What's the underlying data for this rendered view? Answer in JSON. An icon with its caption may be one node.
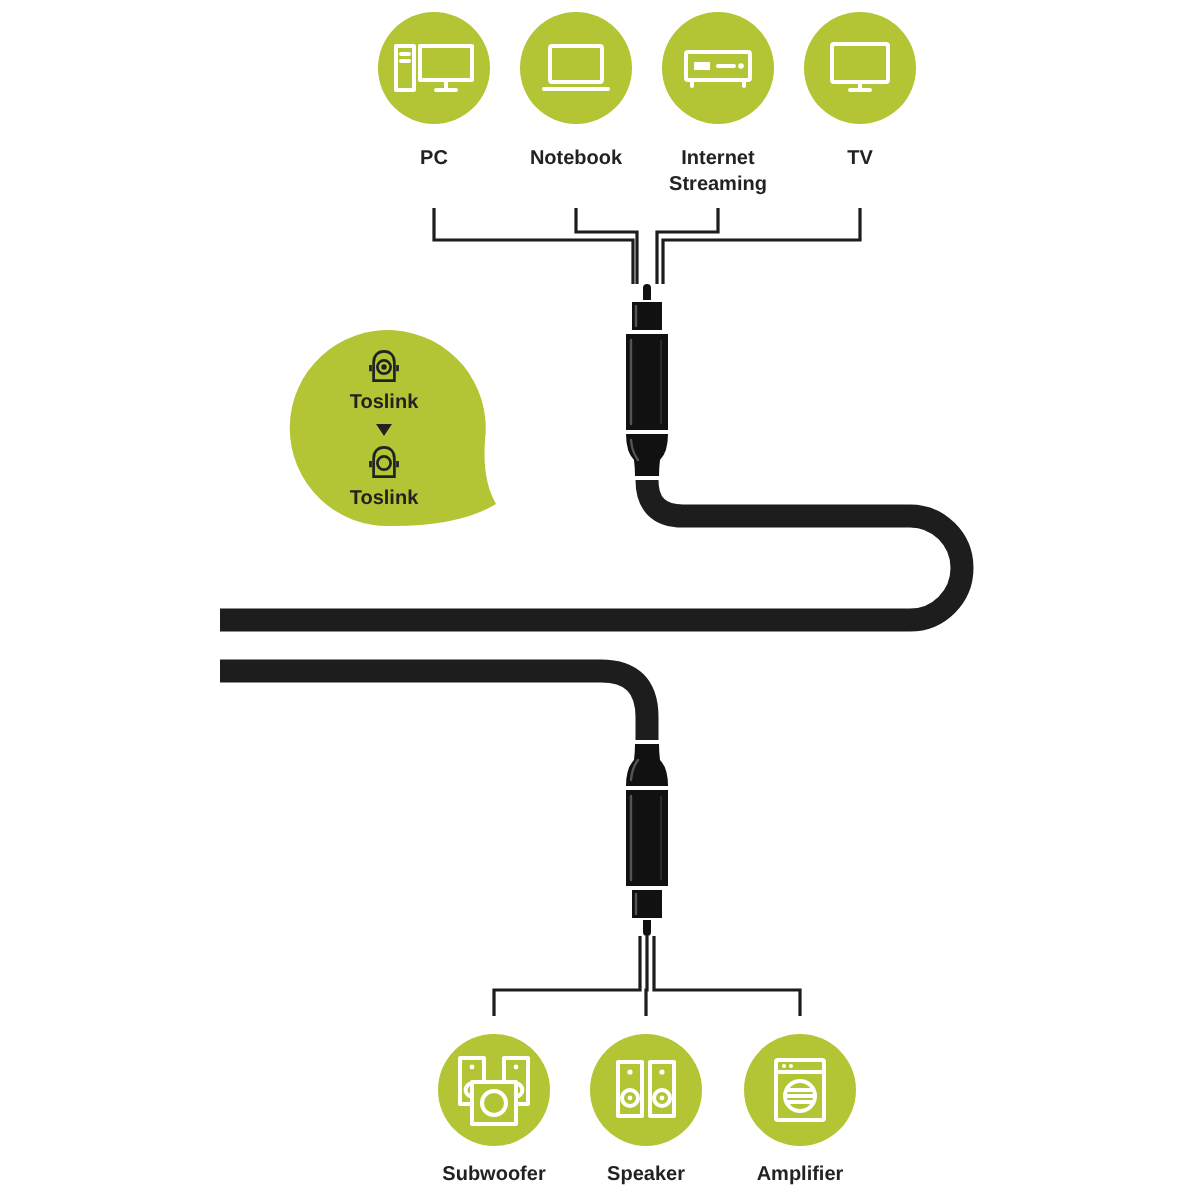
{
  "diagram": {
    "nodes": [
      {
        "text": [
          "PC"
        ]
      },
      {
        "text": [
          "Notebook"
        ]
      },
      {
        "text": [
          "Internet Streaming"
        ]
      },
      {
        "text": [
          "TV"
        ]
      },
      {
        "text": [],
        "shape": "picture"
      },
      {
        "text": [
          "Toslink",
          "Toslink"
        ]
      },
      {
        "text": [],
        "shape": "picture"
      },
      {
        "text": [
          "Subwoofer"
        ]
      },
      {
        "text": [
          "Speaker"
        ]
      },
      {
        "text": [
          "Amplifier"
        ]
      }
    ],
    "edges": [
      {
        "from": 0,
        "to": 4,
        "arrow": "none"
      },
      {
        "from": 1,
        "to": 4,
        "arrow": "none"
      },
      {
        "from": 2,
        "to": 4,
        "arrow": "none"
      },
      {
        "from": 3,
        "to": 4,
        "arrow": "none"
      },
      {
        "from": 4,
        "to": null,
        "arrow": "none",
        "style": "thick"
      },
      {
        "from": null,
        "to": 6,
        "arrow": "none",
        "style": "thick"
      },
      {
        "from": 6,
        "to": 7,
        "arrow": "none"
      },
      {
        "from": 6,
        "to": 8,
        "arrow": "none"
      },
      {
        "from": 6,
        "to": 9,
        "arrow": "none"
      }
    ]
  }
}
